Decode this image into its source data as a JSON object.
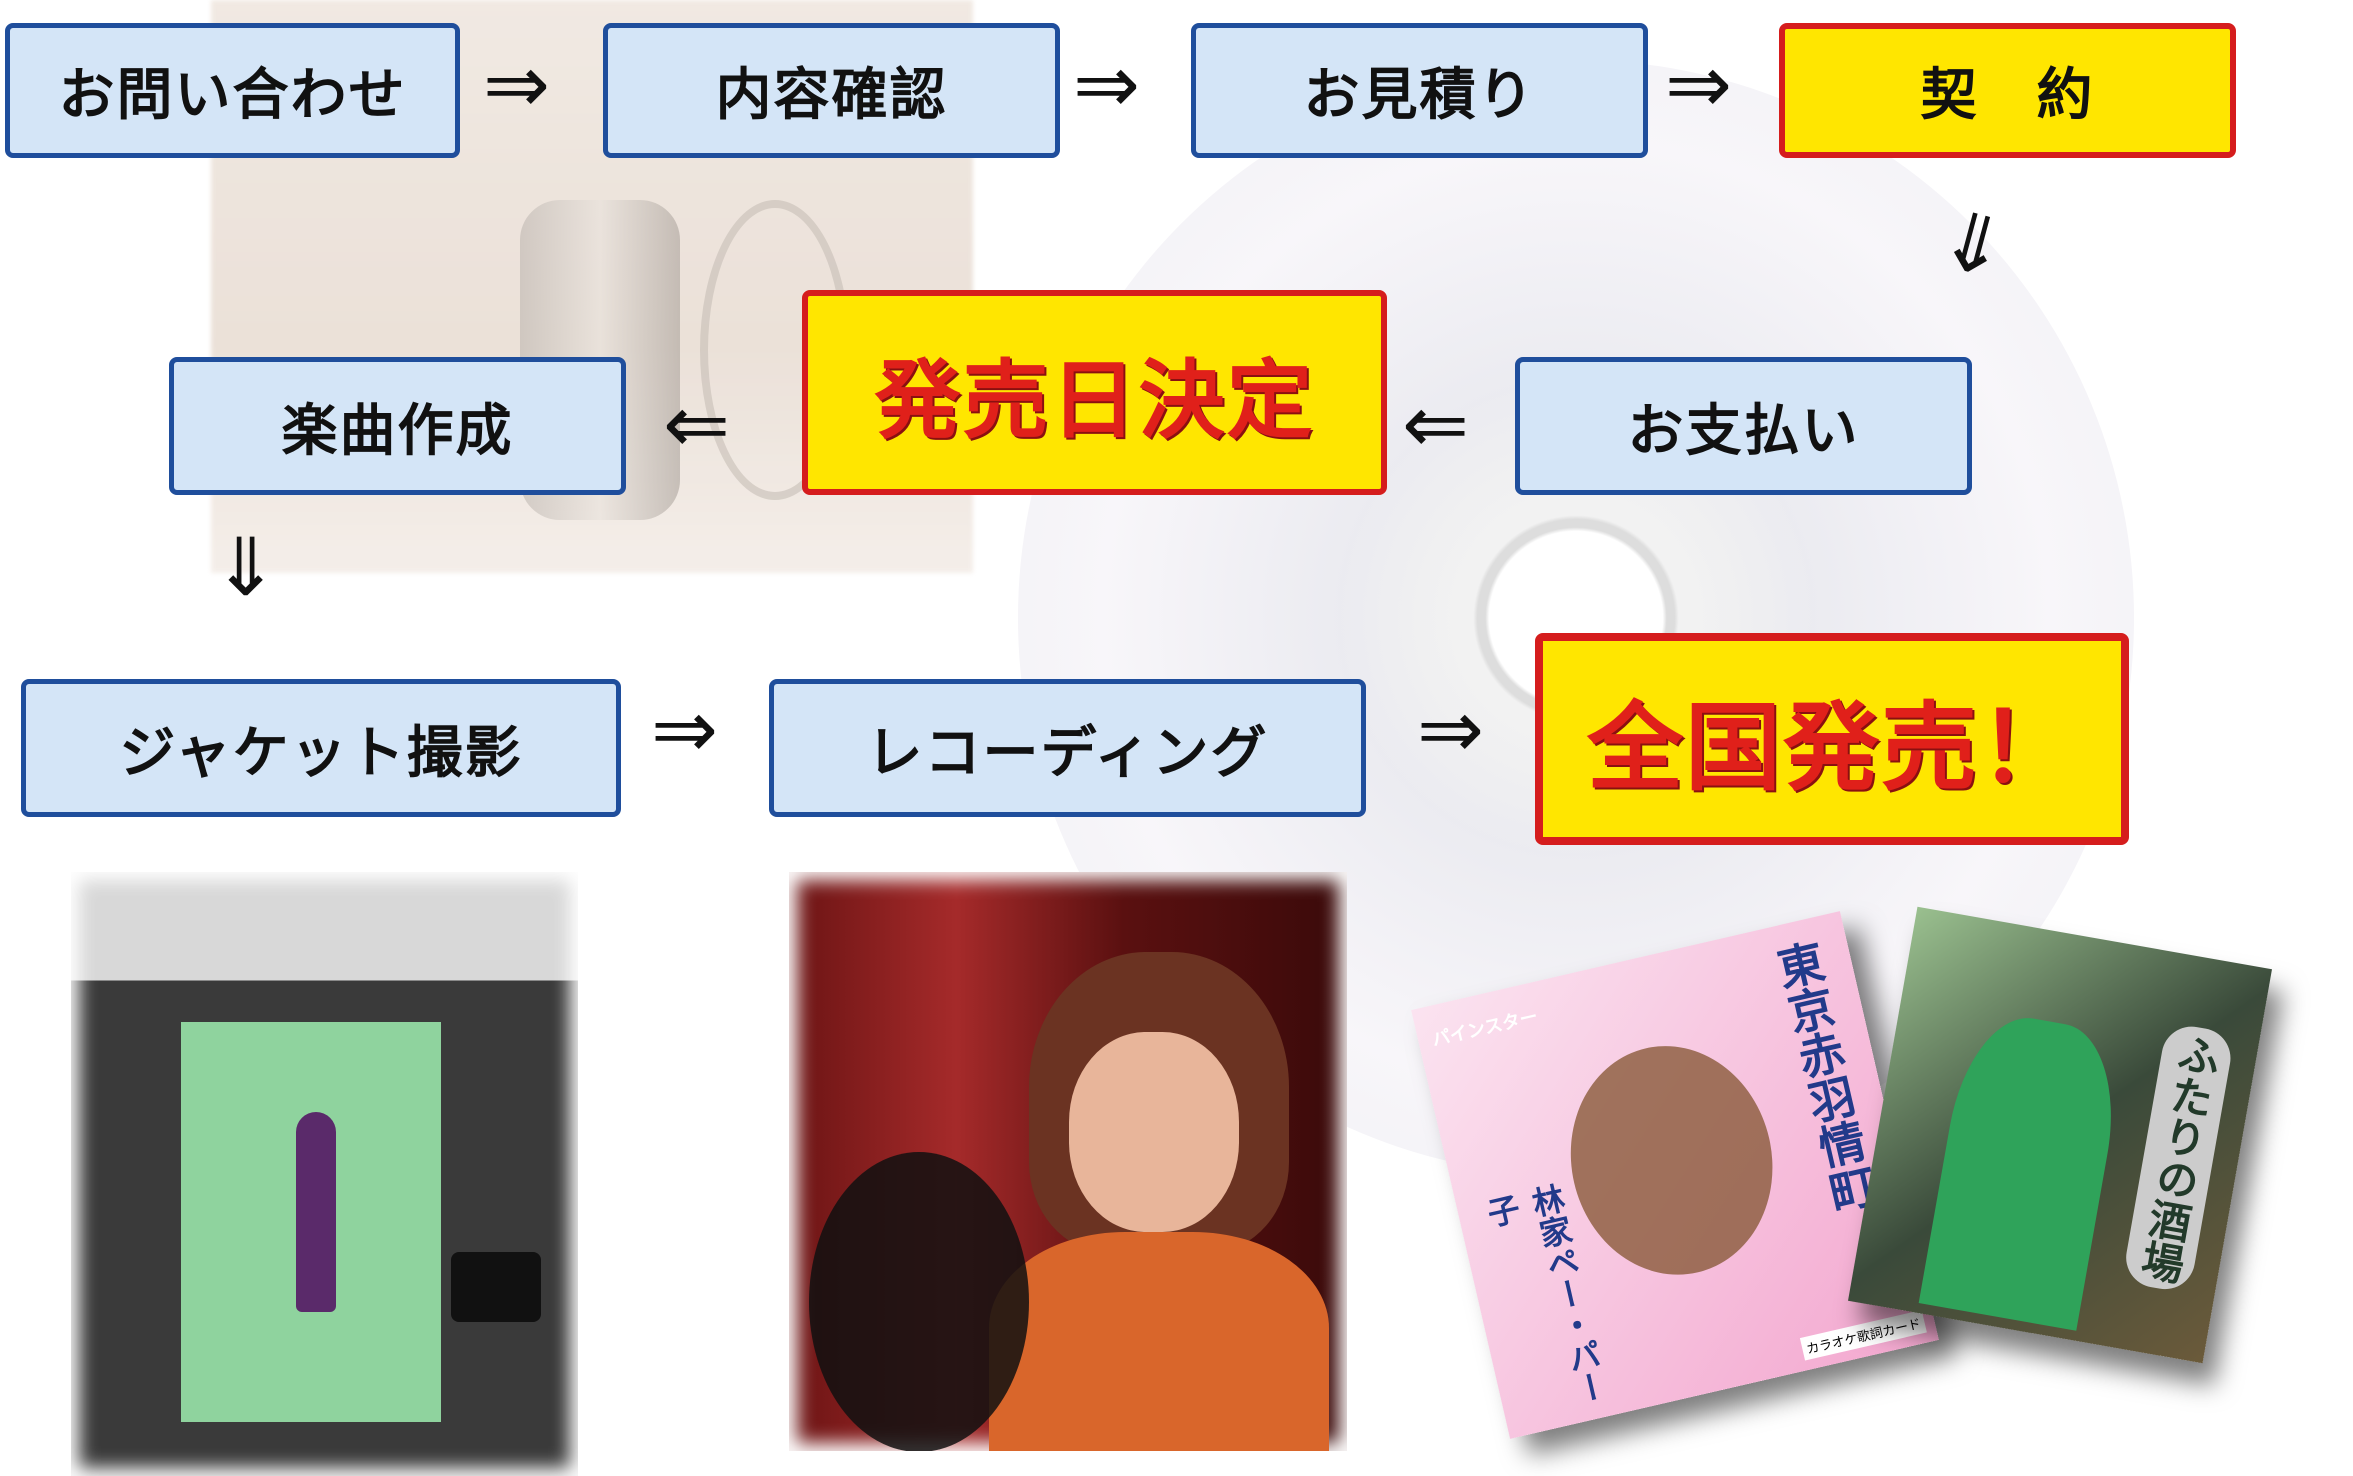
{
  "flow": {
    "inquiry": "お問い合わせ",
    "content_check": "内容確認",
    "estimate": "お見積り",
    "contract": "契　約",
    "payment": "お支払い",
    "release_date": "発売日決定",
    "composition": "楽曲作成",
    "jacket_shoot": "ジャケット撮影",
    "recording": "レコーディング",
    "nationwide_release": "全国発売！"
  },
  "arrows": {
    "right": "⇒",
    "left": "⇐",
    "down": "⇓"
  },
  "albums": [
    {
      "label": "パインスター",
      "title": "東京赤羽情町",
      "artist": "林家ペー・パー子",
      "note": "カラオケ歌詞カード"
    },
    {
      "title": "ふたりの酒場"
    }
  ],
  "colors": {
    "box_fill": "#d4e5f7",
    "box_border": "#1f4e9c",
    "highlight_fill": "#ffe600",
    "highlight_border": "#d51d1d",
    "highlight_text": "#e0201a"
  }
}
